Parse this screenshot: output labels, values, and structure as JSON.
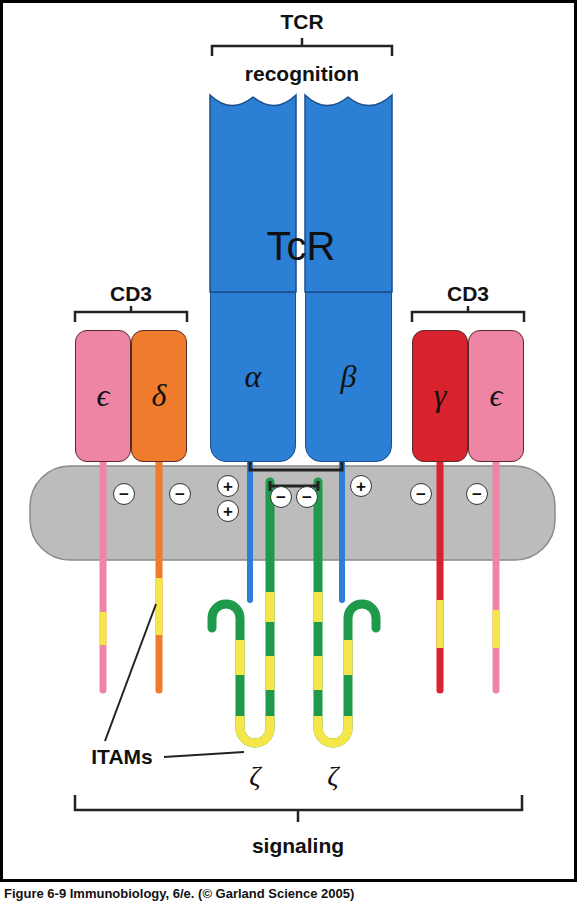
{
  "diagram": {
    "caption": "Figure 6-9 Immunobiology, 6/e. (© Garland Science 2005)",
    "nodes": [
      {
        "text": [
          "ϵ"
        ]
      },
      {
        "text": [
          "δ"
        ]
      },
      {
        "text": [
          "α"
        ]
      },
      {
        "text": [
          "β"
        ]
      },
      {
        "text": [
          "γ"
        ]
      },
      {
        "text": [
          "ϵ"
        ]
      },
      {
        "text": [
          "−"
        ]
      },
      {
        "text": [
          "−"
        ]
      },
      {
        "text": [
          "+"
        ]
      },
      {
        "text": [
          "+"
        ]
      },
      {
        "text": [
          "−"
        ]
      },
      {
        "text": [
          "−"
        ]
      },
      {
        "text": [
          "+"
        ]
      },
      {
        "text": [
          "−"
        ]
      },
      {
        "text": [
          "−"
        ]
      }
    ],
    "edges": [
      {
        "from": 2,
        "to": 3,
        "arrow": "none"
      }
    ],
    "labels": [
      "TCR",
      "recognition",
      "CD3",
      "CD3",
      "TcR",
      "ITAMs",
      "ζ",
      "ζ",
      "signaling"
    ]
  }
}
